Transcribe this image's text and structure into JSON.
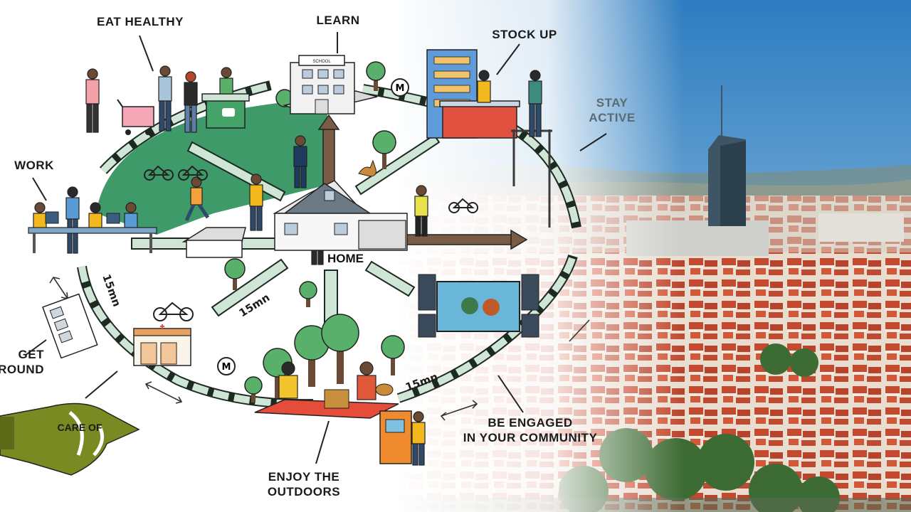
{
  "labels": {
    "eat_healthy": "EAT HEALTHY",
    "learn": "LEARN",
    "stock_up": "STOCK UP",
    "stay_active_1": "STAY",
    "stay_active_2": "ACTIVE",
    "work": "WORK",
    "home": "HOME",
    "get_around_1": "GET",
    "get_around_2": "ROUND",
    "take_care": "CARE OF",
    "be_engaged_1": "BE ENGAGED",
    "be_engaged_2": "IN YOUR COMMUNITY",
    "enjoy_1": "ENJOY THE",
    "enjoy_2": "OUTDOORS"
  },
  "distances": {
    "d1": "15mn",
    "d2": "15mn",
    "d3": "15mn"
  },
  "signs": {
    "school": "SCHOOL",
    "metro": "M"
  },
  "colors": {
    "park_green": "#3f9a6a",
    "road_green": "#cfe6d7",
    "sky_top": "#2f7fc1",
    "sky_bottom": "#cfe2ee",
    "roof": "#c0442a",
    "hand_green": "#7a8a22",
    "arrow_brown": "#7a5b45"
  },
  "icons": [
    "shopping-cart-icon",
    "school-icon",
    "metro-icon",
    "shop-icon",
    "house-icon",
    "pharmacy-icon",
    "bicycle-icon",
    "atm-icon",
    "screen-icon",
    "tree-icon",
    "dog-icon",
    "hand-icon"
  ]
}
